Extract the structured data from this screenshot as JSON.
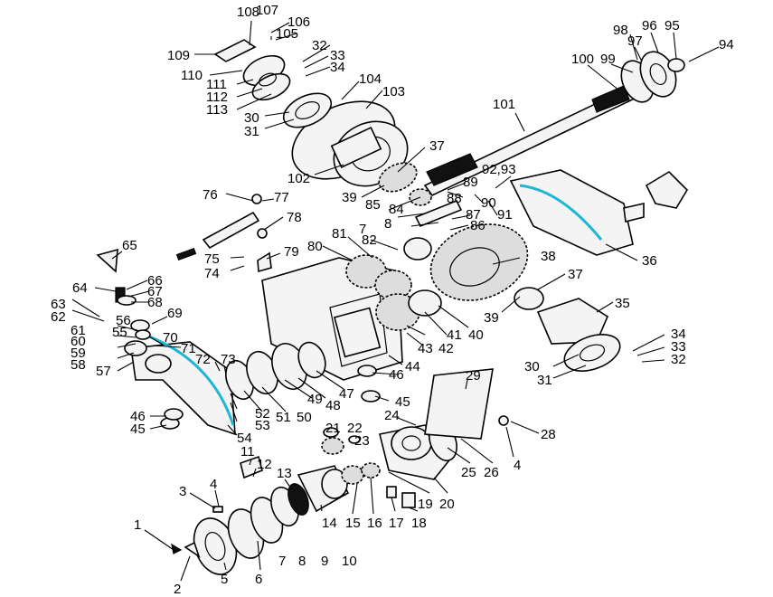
{
  "diagram": {
    "seal_color": "#1fb6d4",
    "line_color": "#000000",
    "callouts": [
      {
        "id": "1",
        "text": "1"
      },
      {
        "id": "2",
        "text": "2"
      },
      {
        "id": "3",
        "text": "3"
      },
      {
        "id": "4",
        "text": "4"
      },
      {
        "id": "4b",
        "text": "4"
      },
      {
        "id": "5",
        "text": "5"
      },
      {
        "id": "6",
        "text": "6"
      },
      {
        "id": "7",
        "text": "7"
      },
      {
        "id": "7b",
        "text": "7"
      },
      {
        "id": "8",
        "text": "8"
      },
      {
        "id": "8b",
        "text": "8"
      },
      {
        "id": "9",
        "text": "9"
      },
      {
        "id": "10",
        "text": "10"
      },
      {
        "id": "11",
        "text": "11"
      },
      {
        "id": "12",
        "text": "12"
      },
      {
        "id": "13",
        "text": "13"
      },
      {
        "id": "14",
        "text": "14"
      },
      {
        "id": "15",
        "text": "15"
      },
      {
        "id": "16",
        "text": "16"
      },
      {
        "id": "17",
        "text": "17"
      },
      {
        "id": "18",
        "text": "18"
      },
      {
        "id": "19",
        "text": "19"
      },
      {
        "id": "20",
        "text": "20"
      },
      {
        "id": "21",
        "text": "21"
      },
      {
        "id": "22",
        "text": "22"
      },
      {
        "id": "23",
        "text": "23"
      },
      {
        "id": "24",
        "text": "24"
      },
      {
        "id": "25",
        "text": "25"
      },
      {
        "id": "26",
        "text": "26"
      },
      {
        "id": "28",
        "text": "28"
      },
      {
        "id": "29",
        "text": "29"
      },
      {
        "id": "30",
        "text": "30"
      },
      {
        "id": "30b",
        "text": "30"
      },
      {
        "id": "31",
        "text": "31"
      },
      {
        "id": "31b",
        "text": "31"
      },
      {
        "id": "32",
        "text": "32"
      },
      {
        "id": "32b",
        "text": "32"
      },
      {
        "id": "33",
        "text": "33"
      },
      {
        "id": "33b",
        "text": "33"
      },
      {
        "id": "34",
        "text": "34"
      },
      {
        "id": "34b",
        "text": "34"
      },
      {
        "id": "35",
        "text": "35"
      },
      {
        "id": "36",
        "text": "36"
      },
      {
        "id": "37",
        "text": "37"
      },
      {
        "id": "37b",
        "text": "37"
      },
      {
        "id": "38",
        "text": "38"
      },
      {
        "id": "39",
        "text": "39"
      },
      {
        "id": "39b",
        "text": "39"
      },
      {
        "id": "40",
        "text": "40"
      },
      {
        "id": "41",
        "text": "41"
      },
      {
        "id": "42",
        "text": "42"
      },
      {
        "id": "43",
        "text": "43"
      },
      {
        "id": "44",
        "text": "44"
      },
      {
        "id": "45",
        "text": "45"
      },
      {
        "id": "45b",
        "text": "45"
      },
      {
        "id": "46",
        "text": "46"
      },
      {
        "id": "46b",
        "text": "46"
      },
      {
        "id": "47",
        "text": "47"
      },
      {
        "id": "48",
        "text": "48"
      },
      {
        "id": "49",
        "text": "49"
      },
      {
        "id": "50",
        "text": "50"
      },
      {
        "id": "51",
        "text": "51"
      },
      {
        "id": "52",
        "text": "52"
      },
      {
        "id": "53",
        "text": "53"
      },
      {
        "id": "54",
        "text": "54"
      },
      {
        "id": "55",
        "text": "55"
      },
      {
        "id": "56",
        "text": "56"
      },
      {
        "id": "57",
        "text": "57"
      },
      {
        "id": "58",
        "text": "58"
      },
      {
        "id": "59",
        "text": "59"
      },
      {
        "id": "60",
        "text": "60"
      },
      {
        "id": "61",
        "text": "61"
      },
      {
        "id": "62",
        "text": "62"
      },
      {
        "id": "63",
        "text": "63"
      },
      {
        "id": "64",
        "text": "64"
      },
      {
        "id": "65",
        "text": "65"
      },
      {
        "id": "66",
        "text": "66"
      },
      {
        "id": "67",
        "text": "67"
      },
      {
        "id": "68",
        "text": "68"
      },
      {
        "id": "69",
        "text": "69"
      },
      {
        "id": "70",
        "text": "70"
      },
      {
        "id": "71",
        "text": "71"
      },
      {
        "id": "72",
        "text": "72"
      },
      {
        "id": "73",
        "text": "73"
      },
      {
        "id": "74",
        "text": "74"
      },
      {
        "id": "75",
        "text": "75"
      },
      {
        "id": "76",
        "text": "76"
      },
      {
        "id": "77",
        "text": "77"
      },
      {
        "id": "78",
        "text": "78"
      },
      {
        "id": "79",
        "text": "79"
      },
      {
        "id": "80",
        "text": "80"
      },
      {
        "id": "81",
        "text": "81"
      },
      {
        "id": "82",
        "text": "82"
      },
      {
        "id": "84",
        "text": "84"
      },
      {
        "id": "85",
        "text": "85"
      },
      {
        "id": "86",
        "text": "86"
      },
      {
        "id": "87",
        "text": "87"
      },
      {
        "id": "88",
        "text": "88"
      },
      {
        "id": "89",
        "text": "89"
      },
      {
        "id": "90",
        "text": "90"
      },
      {
        "id": "91",
        "text": "91"
      },
      {
        "id": "9293",
        "text": "92,93"
      },
      {
        "id": "94",
        "text": "94"
      },
      {
        "id": "95",
        "text": "95"
      },
      {
        "id": "96",
        "text": "96"
      },
      {
        "id": "97",
        "text": "97"
      },
      {
        "id": "98",
        "text": "98"
      },
      {
        "id": "99",
        "text": "99"
      },
      {
        "id": "100",
        "text": "100"
      },
      {
        "id": "101",
        "text": "101"
      },
      {
        "id": "102",
        "text": "102"
      },
      {
        "id": "103",
        "text": "103"
      },
      {
        "id": "104",
        "text": "104"
      },
      {
        "id": "105",
        "text": "105"
      },
      {
        "id": "106",
        "text": "106"
      },
      {
        "id": "107",
        "text": "107"
      },
      {
        "id": "108",
        "text": "108"
      },
      {
        "id": "109",
        "text": "109"
      },
      {
        "id": "110",
        "text": "110"
      },
      {
        "id": "111",
        "text": "111"
      },
      {
        "id": "112",
        "text": "112"
      },
      {
        "id": "113",
        "text": "113"
      }
    ]
  }
}
